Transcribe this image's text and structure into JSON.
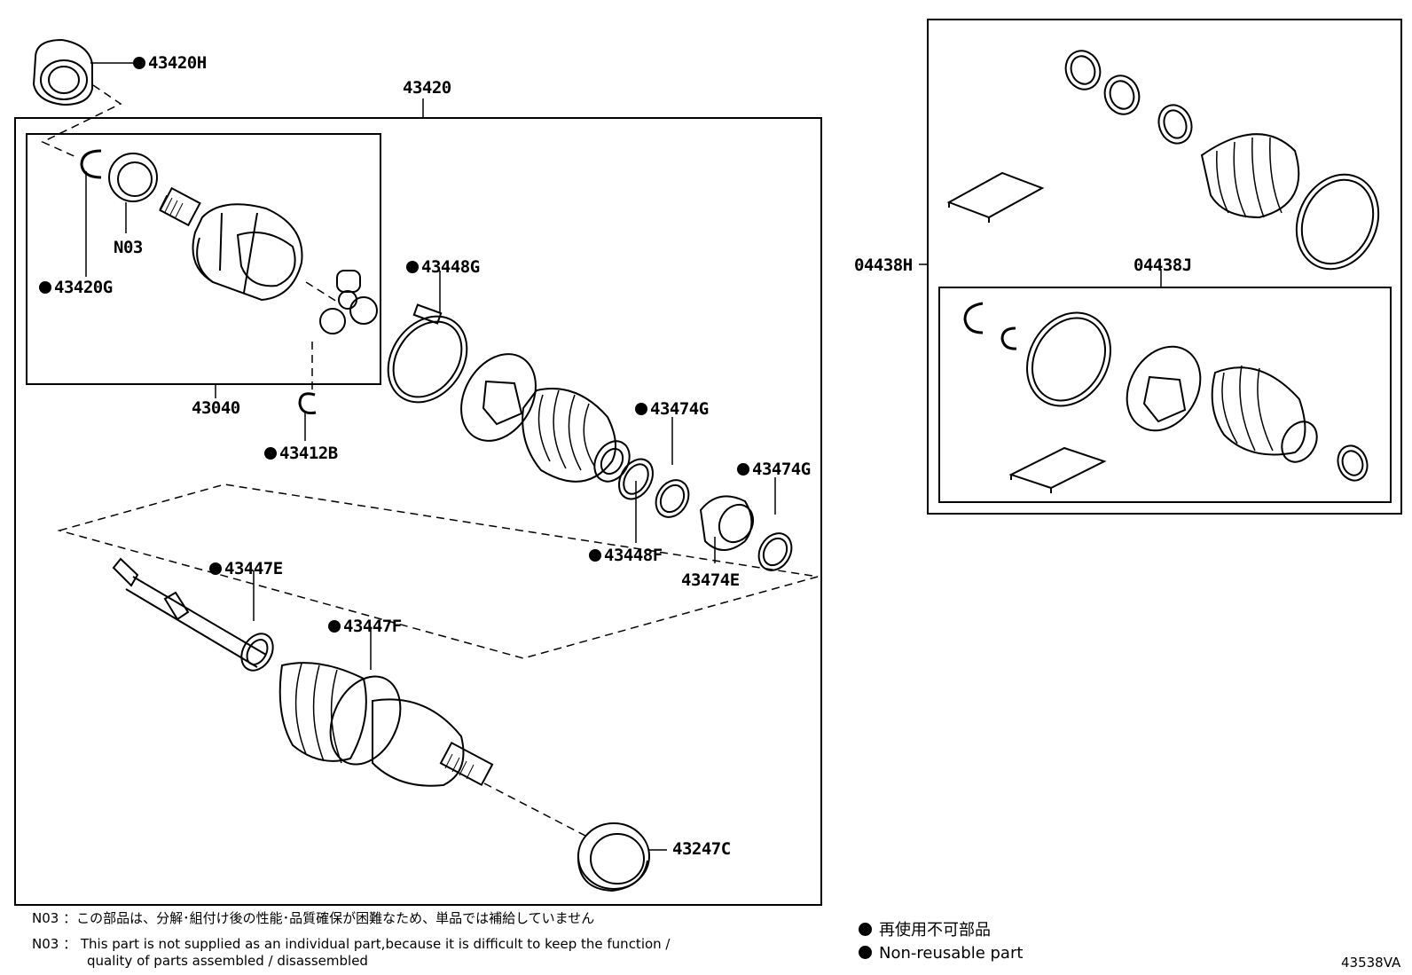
{
  "labels": {
    "p43420H": "43420H",
    "p43420": "43420",
    "n03": "N03",
    "p43420G": "43420G",
    "p43040": "43040",
    "p43412B": "43412B",
    "p43448G": "43448G",
    "p43474G_a": "43474G",
    "p43474G_b": "43474G",
    "p43448F": "43448F",
    "p43474E": "43474E",
    "p43447E": "43447E",
    "p43447F": "43447F",
    "p43247C": "43247C",
    "p04438H": "04438H",
    "p04438J": "04438J"
  },
  "notes": {
    "jp_code": "N03",
    "jp_text": "：この部品は、分解･組付け後の性能･品質確保が困難なため、単品では補給していません",
    "en_code": "N03",
    "en_line1": "：  This part is not supplied as an individual part,because it is difficult to keep the function /",
    "en_line2": "quality of parts assembled / disassembled"
  },
  "legend": {
    "jp": "再使用不可部品",
    "en": "Non-reusable part"
  },
  "figure_code": "43538VA"
}
